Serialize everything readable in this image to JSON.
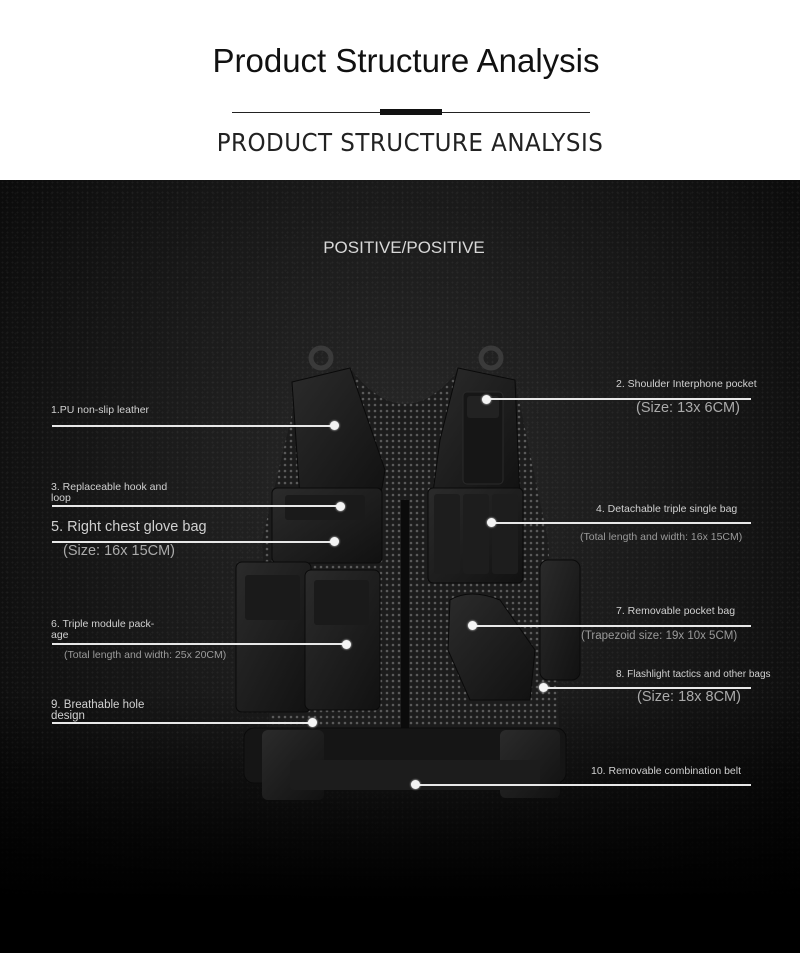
{
  "header": {
    "title": "Product Structure Analysis",
    "subtitle": "PRODUCT STRUCTURE ANALYSIS"
  },
  "section": {
    "title": "POSITIVE/POSITIVE"
  },
  "callouts": {
    "c1": {
      "label": "1.PU non-slip leather"
    },
    "c2": {
      "label": "2. Shoulder Interphone pocket",
      "size": "(Size: 13x 6CM)"
    },
    "c3": {
      "label_line1": "3. Replaceable hook and",
      "label_line2": "loop"
    },
    "c4": {
      "label": "4. Detachable triple single bag",
      "size": "(Total length and width: 16x 15CM)"
    },
    "c5": {
      "label": "5. Right chest glove bag",
      "size": "(Size: 16x 15CM)"
    },
    "c6": {
      "label_line1": "6. Triple module pack-",
      "label_line2": "age",
      "size": "(Total length and width: 25x 20CM)"
    },
    "c7": {
      "label": "7. Removable pocket bag",
      "size": "(Trapezoid size: 19x 10x 5CM)"
    },
    "c8": {
      "label": "8. Flashlight tactics and other bags",
      "size": "(Size: 18x 8CM)"
    },
    "c9": {
      "label_line1": "9. Breathable hole",
      "label_line2": "design"
    },
    "c10": {
      "label": "10. Removable combination belt"
    }
  },
  "colors": {
    "background_top": "#ffffff",
    "background_dark": "#0a0a0a",
    "callout_line": "#e8e8e8",
    "label_text": "#d0d0d0"
  }
}
